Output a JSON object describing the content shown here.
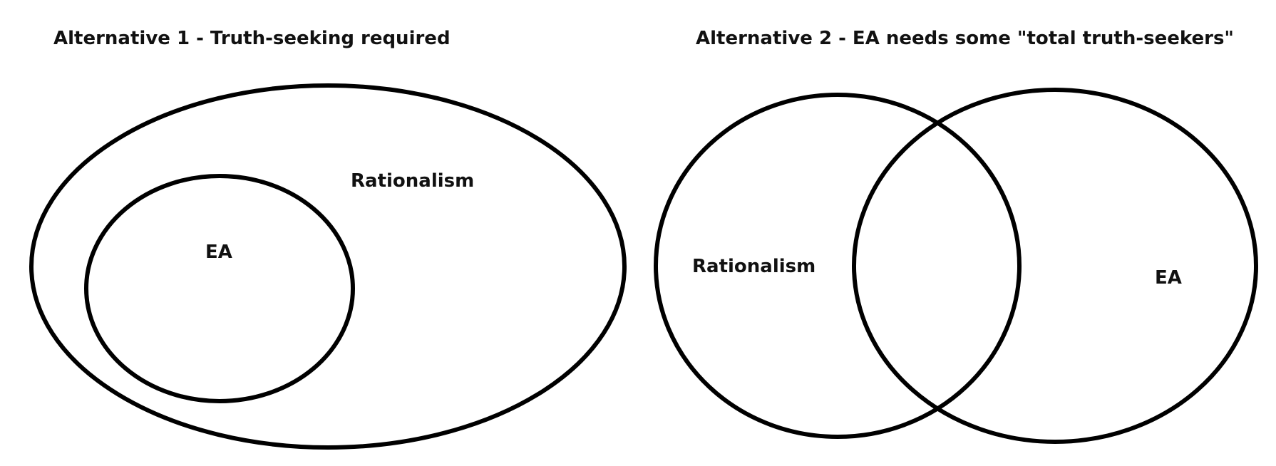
{
  "diagrams": [
    {
      "title": "Alternative 1 - Truth-seeking required",
      "sets": [
        {
          "label": "Rationalism"
        },
        {
          "label": "EA"
        }
      ]
    },
    {
      "title": "Alternative 2 - EA needs some \"total truth-seekers\"",
      "sets": [
        {
          "label": "Rationalism"
        },
        {
          "label": "EA"
        }
      ]
    }
  ]
}
